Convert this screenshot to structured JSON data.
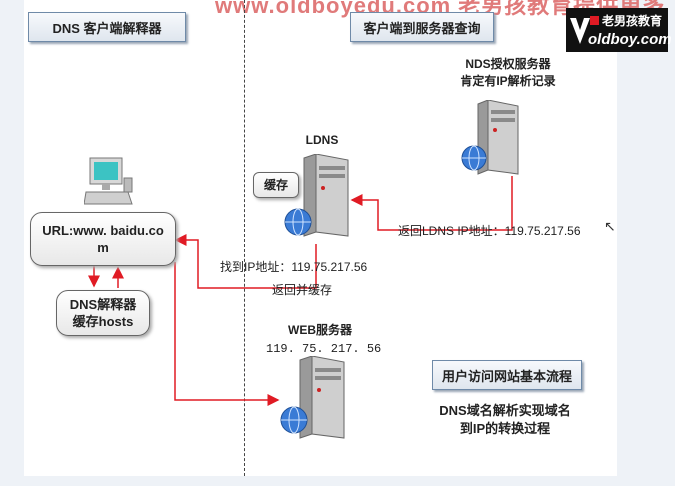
{
  "banner_text": "www.oldboyedu.com 老男孩教育提供更多",
  "logo": {
    "top": "老男孩教育",
    "bottom": "oldboy.com"
  },
  "headers": {
    "left": "DNS 客户端解释器",
    "right": "客户端到服务器查询",
    "flow": "用户访问网站基本流程"
  },
  "nds": {
    "line1": "NDS授权服务器",
    "line2": "肯定有IP解析记录"
  },
  "ldns": {
    "label": "LDNS",
    "cache": "缓存"
  },
  "url_box": {
    "line1": "URL:www. baidu.co",
    "line2": "m"
  },
  "resolver_box": {
    "line1": "DNS解释器",
    "line2": "缓存hosts"
  },
  "web": {
    "label": "WEB服务器",
    "ip": "119. 75. 217. 56"
  },
  "messages": {
    "return_ldns": "返回LDNS IP地址：119.75.217.56",
    "found_ip": "找到IP地址：119.75.217.56",
    "return_cache": "返回并缓存"
  },
  "caption": {
    "line1": "DNS域名解析实现域名",
    "line2": "到IP的转换过程"
  },
  "colors": {
    "arrow": "#e01b24",
    "header_border": "#6f8aa8"
  }
}
